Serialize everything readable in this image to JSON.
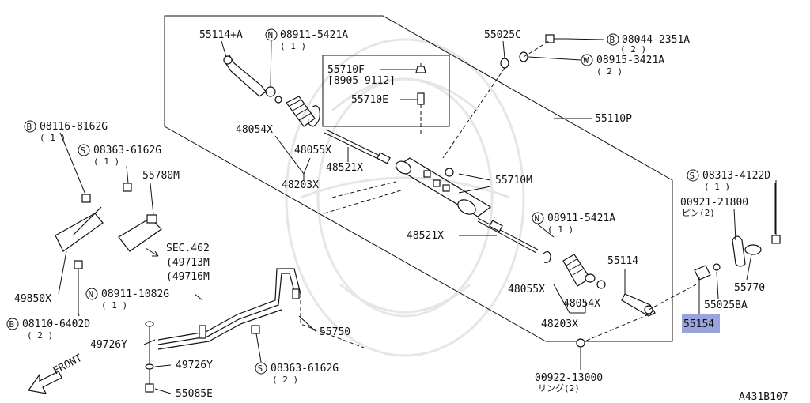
{
  "diagram_id": "A431B107",
  "labels": {
    "p55114A": "55114+A",
    "n08911_top": "08911-5421A",
    "n08911_top_qty": "( 1 )",
    "p55025C": "55025C",
    "b08044": "08044-2351A",
    "b08044_qty": "( 2 )",
    "w08915": "08915-3421A",
    "w08915_qty": "( 2 )",
    "p55710F": "55710F",
    "p55710F_range": "[8905-9112]",
    "p55710E": "55710E",
    "p55110P": "55110P",
    "b08116": "08116-8162G",
    "b08116_qty": "( 1 )",
    "s08363_left": "08363-6162G",
    "s08363_left_qty": "( 1 )",
    "p55780M": "55780M",
    "p48054X_top": "48054X",
    "p48055X_top": "48055X",
    "p48521X_top": "48521X",
    "p48203X_top": "48203X",
    "p55710M": "55710M",
    "s08313": "08313-4122D",
    "s08313_qty": "( 1 )",
    "p00921": "00921-21800",
    "p00921_sub": "ピン(2)",
    "n08911_mid": "08911-5421A",
    "n08911_mid_qty": "( 1 )",
    "p48521X_mid": "48521X",
    "p55114": "55114",
    "sec462": "SEC.462",
    "sec462_a": "(49713M",
    "sec462_b": "(49716M",
    "p48055X_mid": "48055X",
    "p48054X_mid": "48054X",
    "p55770": "55770",
    "p49850X": "49850X",
    "n08911_low": "08911-1082G",
    "n08911_low_qty": "( 1 )",
    "p55025BA": "55025BA",
    "p48203X_mid": "48203X",
    "b08110": "08110-6402D",
    "b08110_qty": "( 2 )",
    "p55750": "55750",
    "p55154": "55154",
    "p49726Y_a": "49726Y",
    "p49726Y_b": "49726Y",
    "s08363_low": "08363-6162G",
    "s08363_low_qty": "( 2 )",
    "p00922": "00922-13000",
    "p00922_sub": "リング(2)",
    "front": "FRONT",
    "p55085E": "55085E"
  },
  "prefix": {
    "N": "N",
    "B": "B",
    "W": "W",
    "S": "S"
  },
  "highlight_color": "#9aa4dc"
}
